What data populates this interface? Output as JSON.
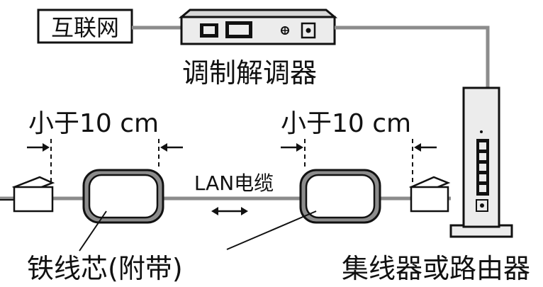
{
  "labels": {
    "internet": "互联网",
    "modem": "调制解调器",
    "distance_left": "小于10 cm",
    "distance_right": "小于10 cm",
    "lan_cable": "LAN电缆",
    "ferrite_core": "铁线芯(附带)",
    "hub_router": "集线器或路由器"
  },
  "colors": {
    "line": "#111111",
    "cable": "#8c8c8c",
    "device_fill": "#e6e6e6",
    "background": "#ffffff"
  }
}
